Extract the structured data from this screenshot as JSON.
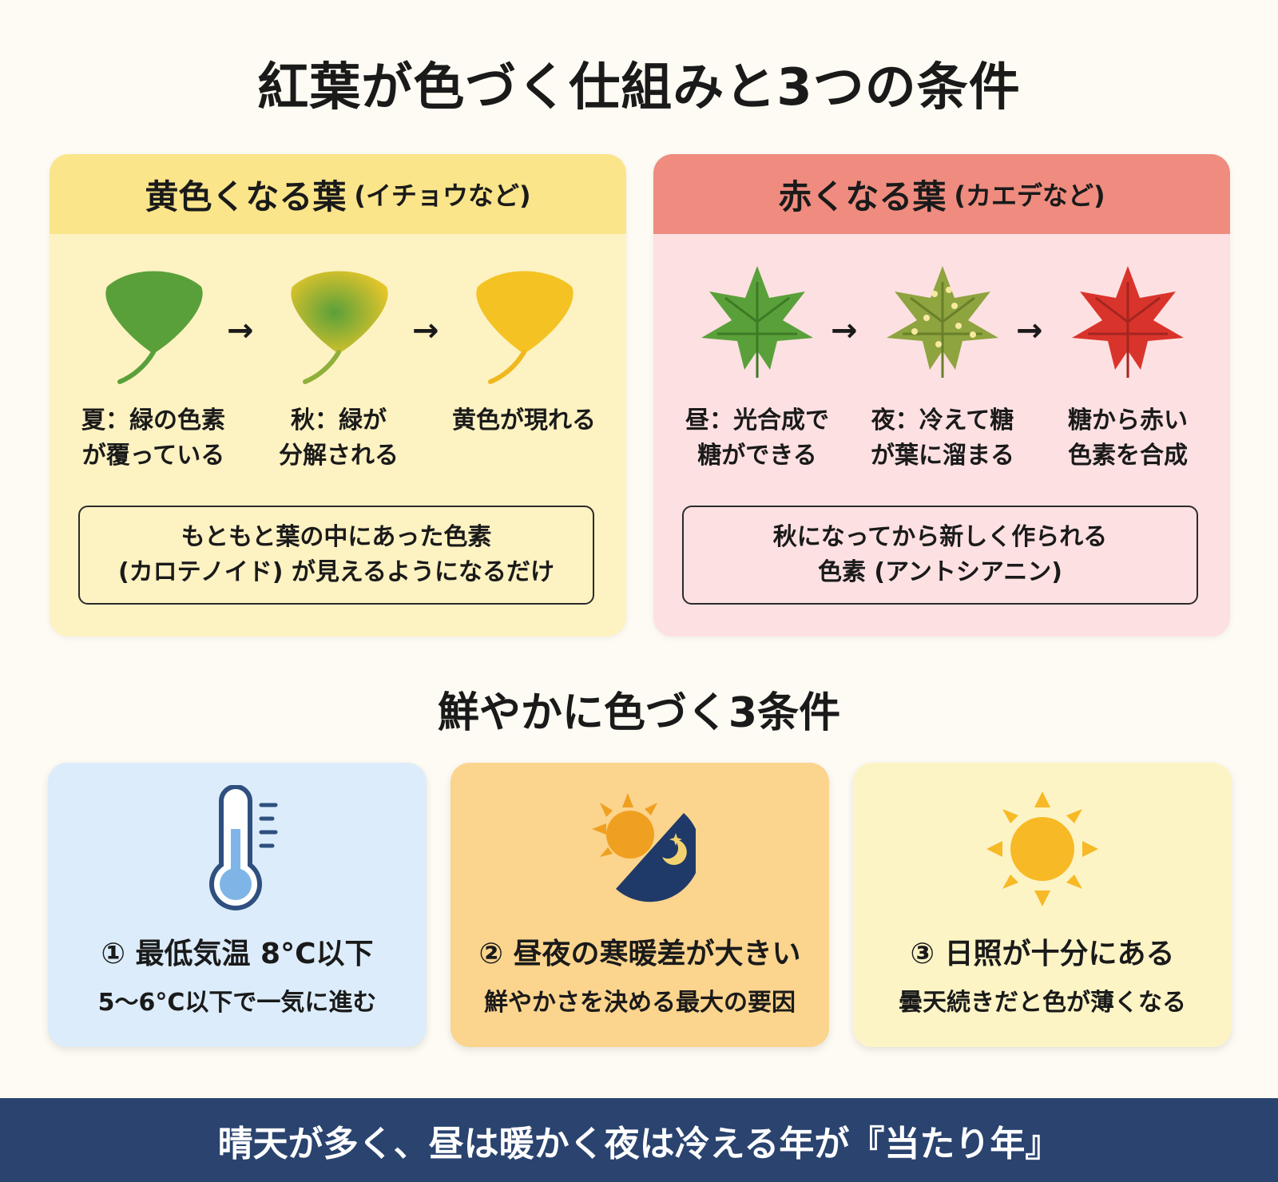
{
  "title": "紅葉が色づく仕組みと3つの条件",
  "yellow_panel": {
    "heading": "黄色くなる葉",
    "heading_sub": "(イチョウなど)",
    "stages": [
      {
        "icon": "ginkgo-green-leaf-icon",
        "caption": "夏：緑の色素\nが覆っている"
      },
      {
        "icon": "ginkgo-turning-leaf-icon",
        "caption": "秋：緑が\n分解される"
      },
      {
        "icon": "ginkgo-yellow-leaf-icon",
        "caption": "黄色が現れる"
      }
    ],
    "arrow": "→",
    "note_line1": "もともと葉の中にあった色素",
    "note_line2": "(カロテノイド) が見えるようになるだけ"
  },
  "red_panel": {
    "heading": "赤くなる葉",
    "heading_sub": "(カエデなど)",
    "stages": [
      {
        "icon": "maple-green-leaf-icon",
        "caption": "昼：光合成で\n糖ができる"
      },
      {
        "icon": "maple-sugar-leaf-icon",
        "caption": "夜：冷えて糖\nが葉に溜まる"
      },
      {
        "icon": "maple-red-leaf-icon",
        "caption": "糖から赤い\n色素を合成"
      }
    ],
    "arrow": "→",
    "note_line1": "秋になってから新しく作られる",
    "note_line2": "色素 (アントシアニン)"
  },
  "conditions_title": "鮮やかに色づく3条件",
  "conditions": [
    {
      "icon": "thermometer-icon",
      "title": "① 最低気温 8°C以下",
      "desc": "5〜6°C以下で一気に進む"
    },
    {
      "icon": "sun-moon-icon",
      "title": "② 昼夜の寒暖差が大きい",
      "desc": "鮮やかさを決める最大の要因"
    },
    {
      "icon": "sun-icon",
      "title": "③ 日照が十分にある",
      "desc": "曇天続きだと色が薄くなる"
    }
  ],
  "footer": "晴天が多く、昼は暖かく夜は冷える年が『当たり年』",
  "colors": {
    "yellow_header": "#fbe58a",
    "yellow_body": "#fdf2c2",
    "red_header": "#ef8c7f",
    "red_body": "#fde0e2",
    "card_blue": "#dcecfb",
    "card_orange": "#fbd48e",
    "card_yellow": "#fdf4c6",
    "footer_bg": "#2a436f"
  }
}
